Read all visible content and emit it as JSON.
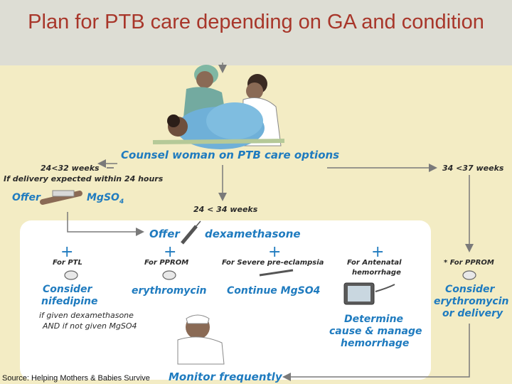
{
  "title": "Plan for PTB care depending on GA and condition",
  "counsel": "Counsel woman on PTB care options",
  "left_branch": {
    "weeks": "24<32 weeks",
    "condition": "If delivery expected within 24 hours",
    "offer": "Offer",
    "drug": "Mg",
    "drug_sub": "SO",
    "drug_num": "4"
  },
  "mid_branch": {
    "weeks": "24 < 34 weeks",
    "offer": "Offer",
    "drug": "dexamethasone"
  },
  "right_branch": {
    "weeks": "34 <37 weeks"
  },
  "columns": [
    {
      "plus": "+",
      "header": "For PTL",
      "action_line1": "Consider",
      "action_line2": "nifedipine",
      "note_line1": "if given dexamethasone",
      "note_line2": "AND if not given MgSO4"
    },
    {
      "plus": "+",
      "header": "For PPROM",
      "action_line1": "erythromycin"
    },
    {
      "plus": "+",
      "header": "For Severe pre-eclampsia",
      "action_line1": "Continue MgSO4"
    },
    {
      "plus": "+",
      "header_line1": "For Antenatal",
      "header_line2": "hemorrhage",
      "action_line1": "Determine",
      "action_line2": "cause & manage",
      "action_line3": "hemorrhage"
    },
    {
      "header": "* For PPROM",
      "action_line1": "Consider",
      "action_line2": "erythromycin",
      "action_line3": "or delivery"
    }
  ],
  "monitor": "Monitor frequently",
  "source": "Source: Helping Mothers & Babies Survive",
  "colors": {
    "accent": "#1f7bbf",
    "title": "#a8362a",
    "background": "#f3ecc4",
    "arrow": "#7a7a7a"
  }
}
